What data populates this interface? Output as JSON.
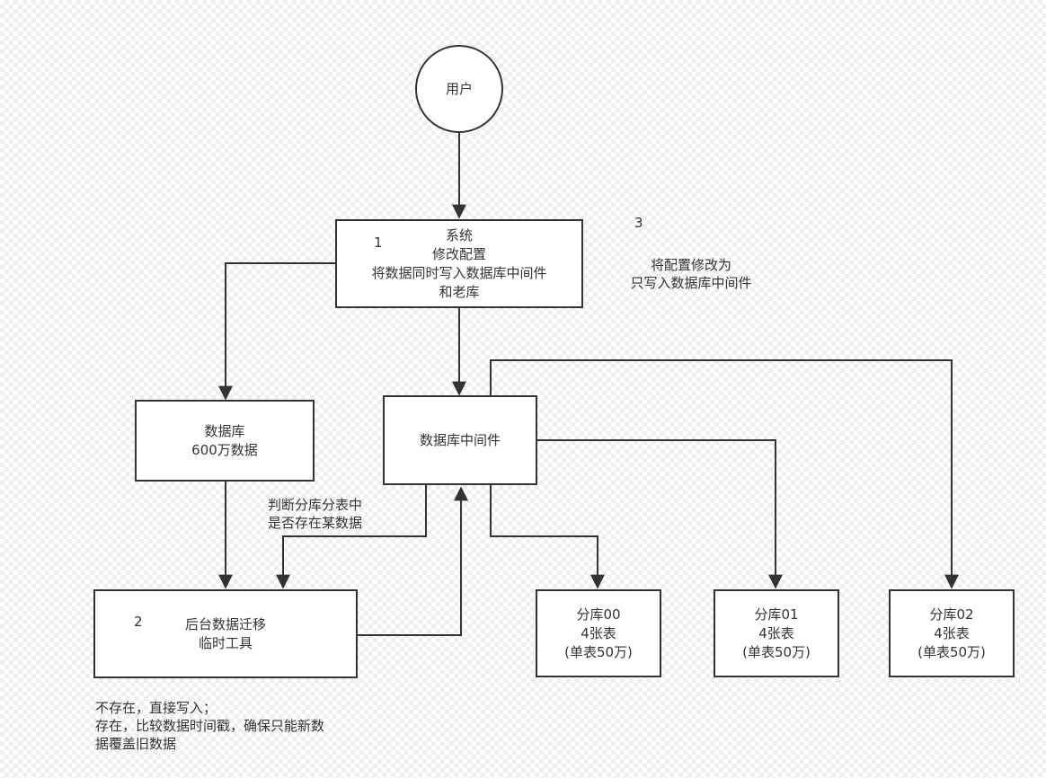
{
  "nodes": {
    "user": {
      "text": "用户"
    },
    "system": {
      "lines": [
        "系统",
        "修改配置",
        "将数据同时写入数据库中间件",
        "和老库"
      ],
      "step": "1"
    },
    "database": {
      "lines": [
        "数据库",
        "600万数据"
      ]
    },
    "middleware": {
      "text": "数据库中间件"
    },
    "migration_tool": {
      "lines": [
        "后台数据迁移",
        "临时工具"
      ],
      "step": "2"
    },
    "shard00": {
      "lines": [
        "分库00",
        "4张表",
        "(单表50万)"
      ]
    },
    "shard01": {
      "lines": [
        "分库01",
        "4张表",
        "(单表50万)"
      ]
    },
    "shard02": {
      "lines": [
        "分库02",
        "4张表",
        "(单表50万)"
      ]
    }
  },
  "annotations": {
    "step3": {
      "number": "3",
      "lines": [
        "将配置修改为",
        "只写入数据库中间件"
      ]
    },
    "check": {
      "lines": [
        "判断分库分表中",
        "是否存在某数据"
      ]
    },
    "rules": {
      "lines": [
        "不存在，直接写入；",
        "存在，比较数据时间戳，确保只能新数",
        "据覆盖旧数据"
      ]
    }
  },
  "colors": {
    "stroke": "#333333",
    "node_fill": "#ffffff"
  }
}
